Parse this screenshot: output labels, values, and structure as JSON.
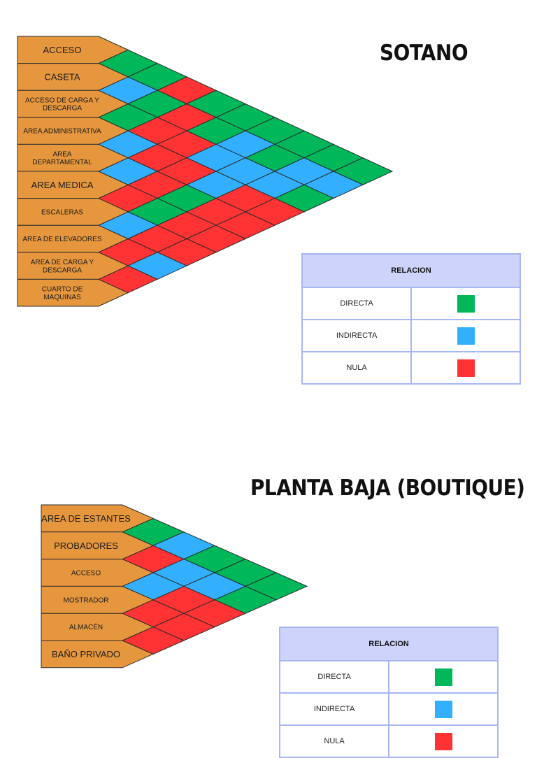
{
  "colors": {
    "D": "#00b75a",
    "I": "#32b0ff",
    "N": "#ff3333"
  },
  "sections": [
    {
      "title": "SOTANO",
      "labels": [
        "ACCESO",
        "CASETA",
        "ACCESO DE CARGA Y\nDESCARGA",
        "AREA ADMINISTRATIVA",
        "AREA\nDEPARTAMENTAL",
        "AREA MEDICA",
        "ESCALERAS",
        "AREA DE ELEVADORES",
        "AREA DE CARGA Y\nDESCARGA",
        "CUARTO DE\nMAQUINAS"
      ],
      "relations": [
        [
          "D",
          "D",
          "N",
          "D",
          "D",
          "D",
          "D",
          "D",
          "D"
        ],
        [
          "I",
          "D",
          "N",
          "D",
          "I",
          "D",
          "I",
          "I"
        ],
        [
          "D",
          "N",
          "N",
          "I",
          "I",
          "I",
          "D"
        ],
        [
          "I",
          "N",
          "N",
          "I",
          "N",
          "N"
        ],
        [
          "I",
          "N",
          "D",
          "N",
          "N"
        ],
        [
          "N",
          "D",
          "N",
          "N"
        ],
        [
          "I",
          "N",
          "N"
        ],
        [
          "N",
          "I"
        ],
        [
          "N"
        ]
      ],
      "legend": {
        "header": "RELACION",
        "rows": [
          {
            "label": "DIRECTA",
            "color": "#00b75a"
          },
          {
            "label": "INDIRECTA",
            "color": "#32b0ff"
          },
          {
            "label": "NULA",
            "color": "#ff3333"
          }
        ]
      }
    },
    {
      "title": "PLANTA BAJA (BOUTIQUE)",
      "labels": [
        "AREA DE ESTANTES",
        "PROBADORES",
        "ACCESO",
        "MOSTRADOR",
        "ALMACÉN",
        "BAÑO PRIVADO"
      ],
      "relations": [
        [
          "D",
          "I",
          "D",
          "D",
          "D"
        ],
        [
          "N",
          "I",
          "I",
          "D"
        ],
        [
          "I",
          "N",
          "N"
        ],
        [
          "N",
          "N"
        ],
        [
          "N"
        ]
      ],
      "legend": {
        "header": "RELACION",
        "rows": [
          {
            "label": "DIRECTA",
            "color": "#00b75a"
          },
          {
            "label": "INDIRECTA",
            "color": "#32b0ff"
          },
          {
            "label": "NULA",
            "color": "#ff3333"
          }
        ]
      }
    }
  ]
}
